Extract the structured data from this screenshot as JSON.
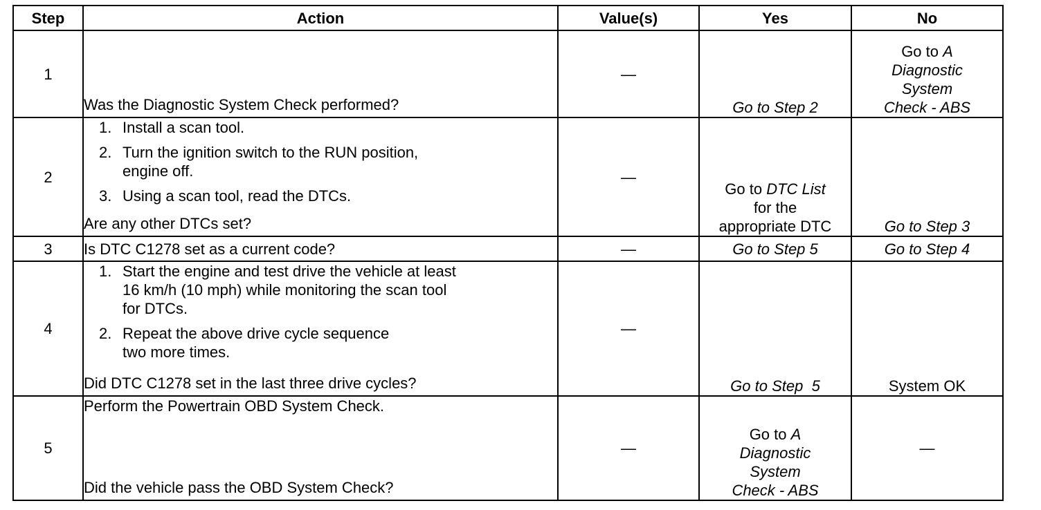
{
  "headers": {
    "step": "Step",
    "action": "Action",
    "values": "Value(s)",
    "yes": "Yes",
    "no": "No"
  },
  "rows": [
    {
      "step": "1",
      "question": "Was the Diagnostic System Check performed?",
      "value": "—",
      "yes": "Go to Step 2",
      "no_prefix": "Go to",
      "no_link_1": "A",
      "no_link_2": "Diagnostic",
      "no_link_3": "System",
      "no_link_4": "Check - ABS"
    },
    {
      "step": "2",
      "items": [
        {
          "num": "1.",
          "text": "Install a scan tool."
        },
        {
          "num": "2.",
          "text": "Turn the ignition switch to the RUN position,",
          "text2": "engine off."
        },
        {
          "num": "3.",
          "text": "Using a scan tool, read the DTCs."
        }
      ],
      "question": "Are any other DTCs set?",
      "value": "—",
      "yes_prefix": "Go to",
      "yes_link": "DTC List",
      "yes_line2": "for the",
      "yes_line3": "appropriate DTC",
      "no": "Go to Step 3"
    },
    {
      "step": "3",
      "question": "Is DTC C1278 set as a current code?",
      "value": "—",
      "yes": "Go to Step 5",
      "no": "Go to Step 4"
    },
    {
      "step": "4",
      "items": [
        {
          "num": "1.",
          "text": "Start the engine and test drive the vehicle at least",
          "text2": "16 km/h (10 mph) while monitoring the scan tool",
          "text3": "for DTCs."
        },
        {
          "num": "2.",
          "text": "Repeat the above drive cycle sequence",
          "text2": "two more times."
        }
      ],
      "question": "Did DTC C1278 set in the last three drive cycles?",
      "value": "—",
      "yes": "Go to Step  5",
      "no": "System OK"
    },
    {
      "step": "5",
      "instruction": "Perform the Powertrain OBD System Check.",
      "question": "Did the vehicle pass the OBD System Check?",
      "value": "—",
      "yes_prefix": "Go to",
      "yes_link_1": "A",
      "yes_link_2": "Diagnostic",
      "yes_link_3": "System",
      "yes_link_4": "Check - ABS",
      "no": "—"
    }
  ]
}
